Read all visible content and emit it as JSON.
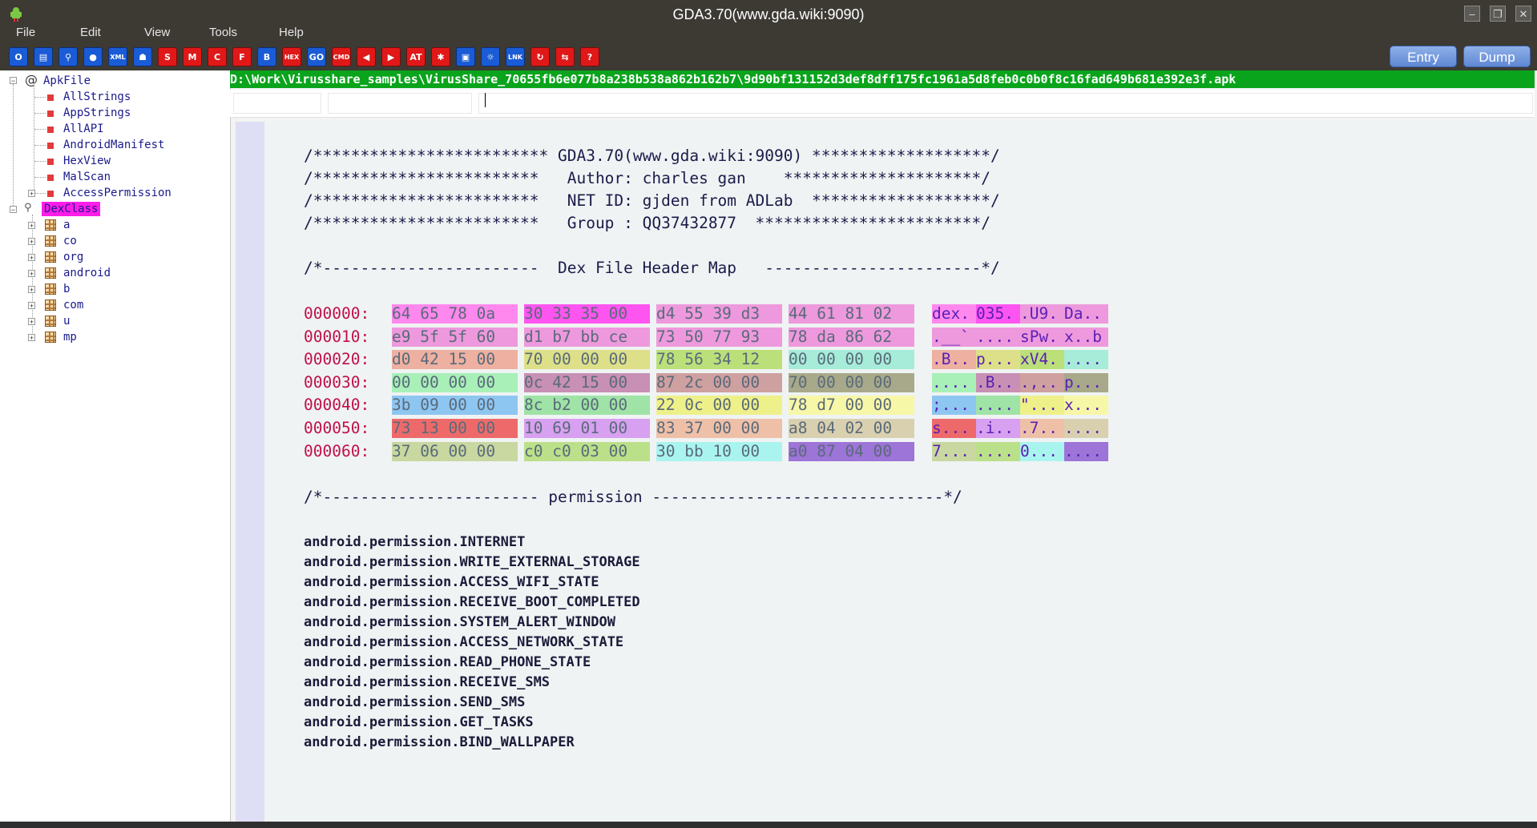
{
  "window": {
    "title": "GDA3.70(www.gda.wiki:9090)"
  },
  "menu": [
    "File",
    "Edit",
    "View",
    "Tools",
    "Help"
  ],
  "toolbar": {
    "buttons": [
      {
        "glyph": "O",
        "color": "blue"
      },
      {
        "glyph": "▤",
        "color": "blue"
      },
      {
        "glyph": "⚲",
        "color": "blue"
      },
      {
        "glyph": "●",
        "color": "blue"
      },
      {
        "glyph": "XML",
        "color": "blue"
      },
      {
        "glyph": "☗",
        "color": "blue"
      },
      {
        "glyph": "S",
        "color": "red"
      },
      {
        "glyph": "M",
        "color": "red"
      },
      {
        "glyph": "C",
        "color": "red"
      },
      {
        "glyph": "F",
        "color": "red"
      },
      {
        "glyph": "B",
        "color": "blue"
      },
      {
        "glyph": "HEX",
        "color": "red"
      },
      {
        "glyph": "GO",
        "color": "blue"
      },
      {
        "glyph": "CMD",
        "color": "red"
      },
      {
        "glyph": "◀",
        "color": "red"
      },
      {
        "glyph": "▶",
        "color": "red"
      },
      {
        "glyph": "AT",
        "color": "red"
      },
      {
        "glyph": "✱",
        "color": "red"
      },
      {
        "glyph": "▣",
        "color": "blue"
      },
      {
        "glyph": "☼",
        "color": "blue"
      },
      {
        "glyph": "LNK",
        "color": "blue"
      },
      {
        "glyph": "↻",
        "color": "red"
      },
      {
        "glyph": "⇆",
        "color": "red"
      },
      {
        "glyph": "?",
        "color": "red"
      }
    ],
    "entry_label": "Entry",
    "dump_label": "Dump"
  },
  "tree": {
    "root_label": "ApkFile",
    "apk_children": [
      "AllStrings",
      "AppStrings",
      "AllAPI",
      "AndroidManifest",
      "HexView",
      "MalScan",
      "AccessPermission"
    ],
    "dex_label": "DexClass",
    "packages": [
      "a",
      "co",
      "org",
      "android",
      "b",
      "com",
      "u",
      "mp"
    ]
  },
  "file_path": "D:\\Work\\Virusshare_samples\\VirusShare_70655fb6e077b8a238b538a862b162b7\\9d90bf131152d3def8dff175fc1961a5d8feb0c0b0f8c16fad649b681e392e3f.apk",
  "header_lines": [
    "/************************* GDA3.70(www.gda.wiki:9090) *******************/",
    "/************************   Author: charles gan    *********************/",
    "/************************   NET ID: gjden from ADLab  *******************/",
    "/************************   Group : QQ37432877  ************************/"
  ],
  "hexmap_title": "/*-----------------------  Dex File Header Map   -----------------------*/",
  "hex_rows": [
    {
      "addr": "000000:",
      "groups": [
        "64 65 78 0a",
        "30 33 35 00",
        "d4 55 39 d3",
        "44 61 81 02"
      ],
      "ascii": [
        "dex.",
        "035.",
        ".U9.",
        "Da.."
      ]
    },
    {
      "addr": "000010:",
      "groups": [
        "e9 5f 5f 60",
        "d1 b7 bb ce",
        "73 50 77 93",
        "78 da 86 62"
      ],
      "ascii": [
        ".__`",
        "....",
        "sPw.",
        "x..b"
      ]
    },
    {
      "addr": "000020:",
      "groups": [
        "d0 42 15 00",
        "70 00 00 00",
        "78 56 34 12",
        "00 00 00 00"
      ],
      "ascii": [
        ".B..",
        "p...",
        "xV4.",
        "...."
      ]
    },
    {
      "addr": "000030:",
      "groups": [
        "00 00 00 00",
        "0c 42 15 00",
        "87 2c 00 00",
        "70 00 00 00"
      ],
      "ascii": [
        "....",
        ".B..",
        ".,..",
        "p..."
      ]
    },
    {
      "addr": "000040:",
      "groups": [
        "3b 09 00 00",
        "8c b2 00 00",
        "22 0c 00 00",
        "78 d7 00 00"
      ],
      "ascii": [
        ";...",
        "....",
        "\"...",
        "x..."
      ]
    },
    {
      "addr": "000050:",
      "groups": [
        "73 13 00 00",
        "10 69 01 00",
        "83 37 00 00",
        "a8 04 02 00"
      ],
      "ascii": [
        "s...",
        ".i..",
        ".7..",
        "...."
      ]
    },
    {
      "addr": "000060:",
      "groups": [
        "37 06 00 00",
        "c0 c0 03 00",
        "30 bb 10 00",
        "a0 87 04 00"
      ],
      "ascii": [
        "7...",
        "....",
        "0...",
        "...."
      ]
    }
  ],
  "hex_colors": [
    [
      "#ff88ee",
      "#ff55f0",
      "#ee99dd",
      "#ee99dd"
    ],
    [
      "#ee99dd",
      "#ee99dd",
      "#ee99dd",
      "#ee99dd"
    ],
    [
      "#eeb0a0",
      "#dde088",
      "#bbe07a",
      "#a6ecd8"
    ],
    [
      "#a8f0b8",
      "#c890b4",
      "#cfa0a0",
      "#a7a98a"
    ],
    [
      "#8ec6f2",
      "#9fe3a6",
      "#eef08a",
      "#f7f7a8"
    ],
    [
      "#ee6a6a",
      "#d8a0f0",
      "#efc0a8",
      "#d9d0b0"
    ],
    [
      "#c8d8a0",
      "#bbe08a",
      "#aaf4f0",
      "#9d74d8"
    ]
  ],
  "permission_title": "/*----------------------- permission -------------------------------*/",
  "permissions": [
    "android.permission.INTERNET",
    "android.permission.WRITE_EXTERNAL_STORAGE",
    "android.permission.ACCESS_WIFI_STATE",
    "android.permission.RECEIVE_BOOT_COMPLETED",
    "android.permission.SYSTEM_ALERT_WINDOW",
    "android.permission.ACCESS_NETWORK_STATE",
    "android.permission.READ_PHONE_STATE",
    "android.permission.RECEIVE_SMS",
    "android.permission.SEND_SMS",
    "android.permission.GET_TASKS",
    "android.permission.BIND_WALLPAPER"
  ]
}
